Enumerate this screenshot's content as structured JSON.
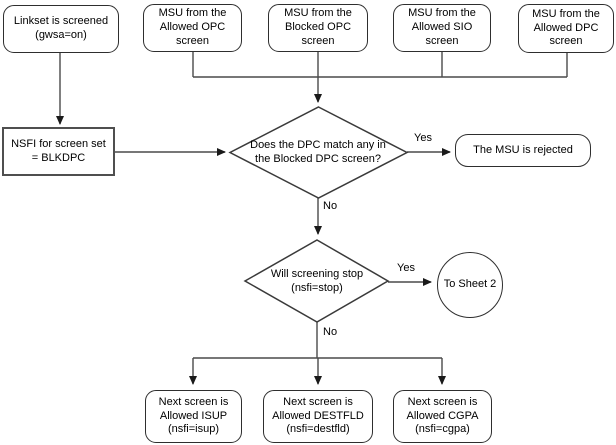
{
  "flowchart": {
    "nodes": {
      "linkset": "Linkset is screened (gwsa=on)",
      "msu_allowed_opc": "MSU from the Allowed OPC screen",
      "msu_blocked_opc": "MSU from the Blocked OPC screen",
      "msu_allowed_sio": "MSU from the Allowed SIO screen",
      "msu_allowed_dpc": "MSU from the Allowed DPC screen",
      "nsfi_blkdpc": "NSFI for screen set = BLKDPC",
      "decision_dpc_match": "Does the DPC match any in the Blocked DPC screen?",
      "msu_rejected": "The MSU is rejected",
      "decision_screening_stop": "Will screening stop (nsfi=stop)",
      "to_sheet_2": "To Sheet 2",
      "next_allowed_isup": "Next screen is Allowed ISUP (nsfi=isup)",
      "next_allowed_destfld": "Next screen is Allowed DESTFLD (nsfi=destfld)",
      "next_allowed_cgpa": "Next screen is Allowed CGPA (nsfi=cgpa)"
    },
    "edge_labels": {
      "dpc_match_yes": "Yes",
      "dpc_match_no": "No",
      "screening_stop_yes": "Yes",
      "screening_stop_no": "No"
    },
    "colors": {
      "background": "#ffffff",
      "line": "#4a4a4a",
      "border": "#2e2e2e",
      "text": "#000000"
    }
  }
}
